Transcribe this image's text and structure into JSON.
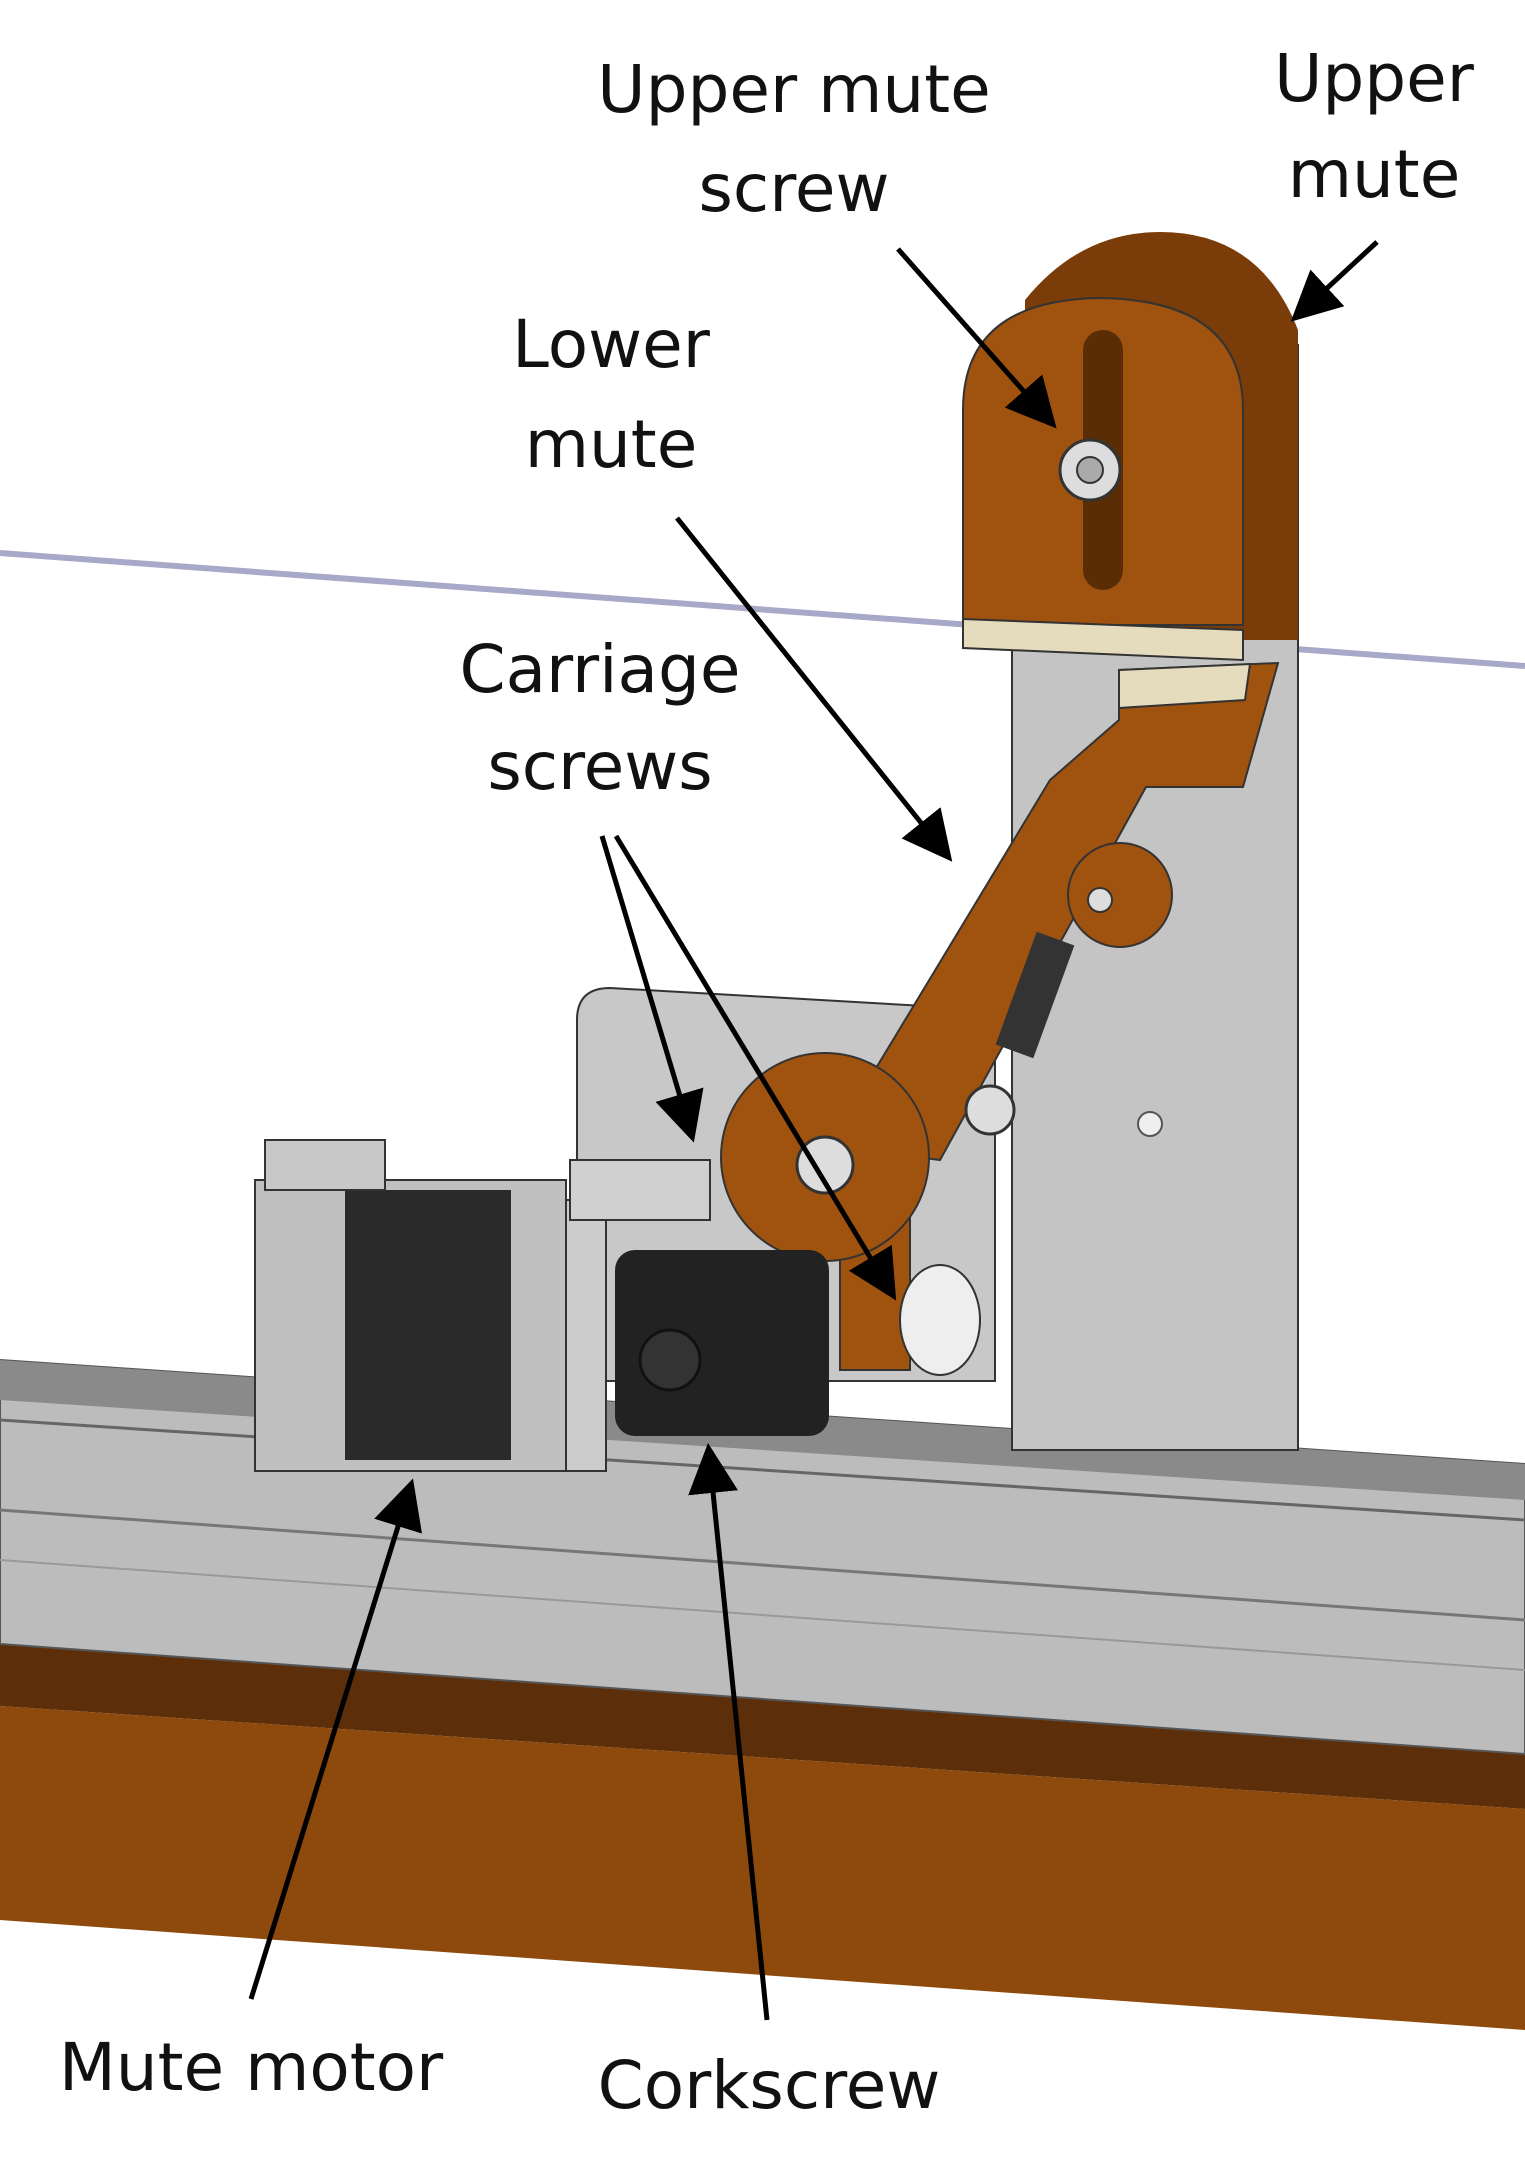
{
  "labels": {
    "upper_mute_screw": [
      "Upper mute",
      "screw"
    ],
    "upper_mute": [
      "Upper",
      "mute"
    ],
    "lower_mute": [
      "Lower",
      "mute"
    ],
    "carriage_screws": [
      "Carriage",
      "screws"
    ],
    "mute_motor": "Mute motor",
    "corkscrew": "Corkscrew"
  },
  "colors": {
    "wood": "#8e4a0c",
    "wood_dark": "#5c2f0a",
    "mute_orange": "#a0520f",
    "plate_gray": "#c4c4c4",
    "rail_gray": "#b8b8b8",
    "felt": "#e4dcbc",
    "motor_black": "#222222"
  }
}
